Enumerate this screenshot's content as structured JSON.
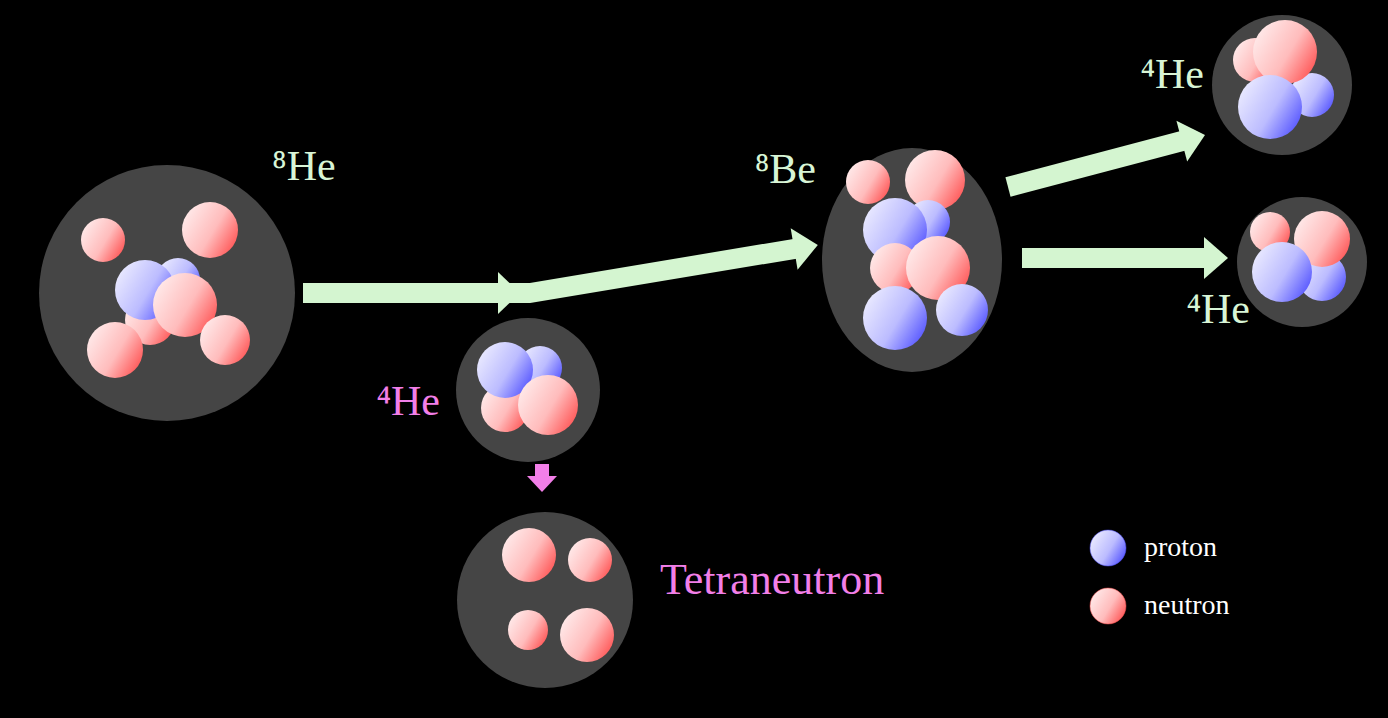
{
  "diagram": {
    "nodes": [
      {
        "text": [
          "⁸He"
        ]
      },
      {
        "text": [
          "⁴He"
        ]
      },
      {
        "text": [
          "Tetraneutron"
        ]
      },
      {
        "text": [
          "⁸Be"
        ]
      },
      {
        "text": [
          "⁴He"
        ]
      },
      {
        "text": [
          "⁴He"
        ]
      }
    ],
    "edges": [
      {
        "from": 0,
        "to": 1,
        "arrow": "to"
      },
      {
        "from": 0,
        "to": 3,
        "arrow": "to"
      },
      {
        "from": 1,
        "to": 2,
        "arrow": "to"
      },
      {
        "from": 3,
        "to": 4,
        "arrow": "to"
      },
      {
        "from": 3,
        "to": 5,
        "arrow": "to"
      }
    ],
    "legend": [
      {
        "text": "proton",
        "color": "#4f4fff"
      },
      {
        "text": "neutron",
        "color": "#ff4f4f"
      }
    ]
  }
}
